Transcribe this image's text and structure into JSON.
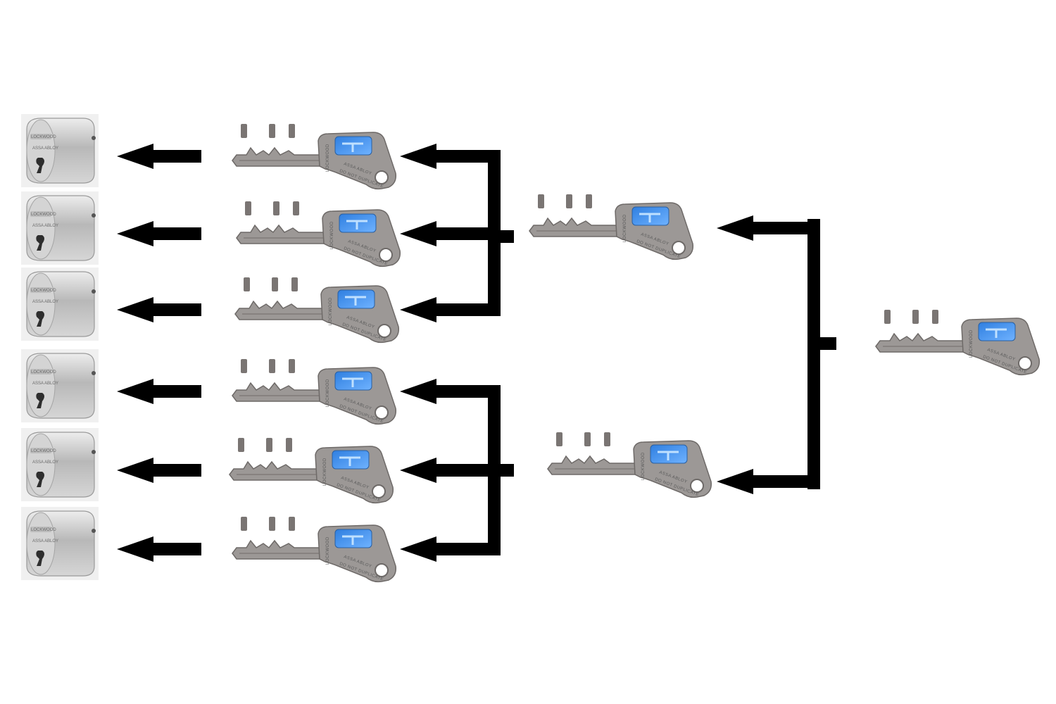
{
  "diagram": {
    "type": "master-key-hierarchy",
    "grand_master_key": {
      "icon": "key-icon",
      "brand": "LOCKWOOD",
      "maker": "ASSA ABLOY",
      "patent": "DO NOT DUPLICATE"
    },
    "master_keys": [
      {
        "icon": "key-icon",
        "brand": "LOCKWOOD",
        "maker": "ASSA ABLOY",
        "patent": "DO NOT DUPLICATE"
      },
      {
        "icon": "key-icon",
        "brand": "LOCKWOOD",
        "maker": "ASSA ABLOY",
        "patent": "DO NOT DUPLICATE"
      }
    ],
    "change_keys": [
      {
        "icon": "key-icon",
        "brand": "LOCKWOOD",
        "maker": "ASSA ABLOY",
        "patent": "DO NOT DUPLICATE"
      },
      {
        "icon": "key-icon",
        "brand": "LOCKWOOD",
        "maker": "ASSA ABLOY",
        "patent": "DO NOT DUPLICATE"
      },
      {
        "icon": "key-icon",
        "brand": "LOCKWOOD",
        "maker": "ASSA ABLOY",
        "patent": "DO NOT DUPLICATE"
      },
      {
        "icon": "key-icon",
        "brand": "LOCKWOOD",
        "maker": "ASSA ABLOY",
        "patent": "DO NOT DUPLICATE"
      },
      {
        "icon": "key-icon",
        "brand": "LOCKWOOD",
        "maker": "ASSA ABLOY",
        "patent": "DO NOT DUPLICATE"
      },
      {
        "icon": "key-icon",
        "brand": "LOCKWOOD",
        "maker": "ASSA ABLOY",
        "patent": "DO NOT DUPLICATE"
      }
    ],
    "cylinders": [
      {
        "icon": "lock-cylinder-icon",
        "brand": "LOCKWOOD",
        "maker": "ASSA ABLOY"
      },
      {
        "icon": "lock-cylinder-icon",
        "brand": "LOCKWOOD",
        "maker": "ASSA ABLOY"
      },
      {
        "icon": "lock-cylinder-icon",
        "brand": "LOCKWOOD",
        "maker": "ASSA ABLOY"
      },
      {
        "icon": "lock-cylinder-icon",
        "brand": "LOCKWOOD",
        "maker": "ASSA ABLOY"
      },
      {
        "icon": "lock-cylinder-icon",
        "brand": "LOCKWOOD",
        "maker": "ASSA ABLOY"
      },
      {
        "icon": "lock-cylinder-icon",
        "brand": "LOCKWOOD",
        "maker": "ASSA ABLOY"
      }
    ],
    "colors": {
      "background": "#ffffff",
      "arrow": "#000000",
      "key_metal": "#9c9896",
      "key_edge": "#6e6a68",
      "key_badge": "#3f8fe6",
      "cylinder_metal": "#c9c9c9"
    }
  }
}
